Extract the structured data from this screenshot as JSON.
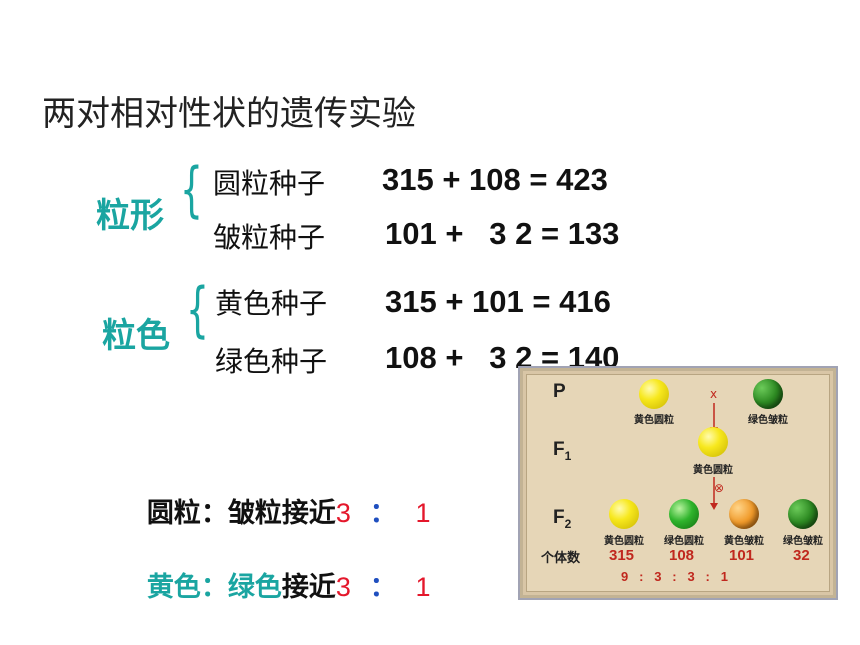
{
  "title": "两对相对性状的遗传实验",
  "shape_group": {
    "label": "粒形",
    "rows": [
      {
        "label": "圆粒种子",
        "equation": "315 + 108 = 423"
      },
      {
        "label": "皱粒种子",
        "equation": "101 +   3 2 = 133"
      }
    ]
  },
  "color_group": {
    "label": "粒色",
    "rows": [
      {
        "label": "黄色种子",
        "equation": "315 + 101 = 416"
      },
      {
        "label": "绿色种子",
        "equation": "108 +   3 2 = 140"
      }
    ]
  },
  "ratios": [
    {
      "part1": "圆粒",
      "colon1": "：",
      "part2": "皱粒",
      "approx": "接近",
      "a": "3",
      "colon2": "：",
      "b": "1"
    },
    {
      "part1": "黄色",
      "colon1": "：",
      "part2": "绿色",
      "approx": "接近",
      "a": "3",
      "colon2": "：",
      "b": "1"
    }
  ],
  "diagram": {
    "p_label": "P",
    "f1_label": "F",
    "f1_sub": "1",
    "f2_label": "F",
    "f2_sub": "2",
    "cross_symbol": "x",
    "self_symbol": "⊗",
    "p_parents": [
      "黄色圆粒",
      "绿色皱粒"
    ],
    "f1_offspring": "黄色圆粒",
    "f2_offspring": [
      "黄色圆粒",
      "绿色圆粒",
      "黄色皱粒",
      "绿色皱粒"
    ],
    "count_label": "个体数",
    "counts": [
      "315",
      "108",
      "101",
      "32"
    ],
    "ratio": "9   :   3   :   3   :   1",
    "colors": {
      "yellow": "#f7e81d",
      "green": "#2fb42c",
      "counts": "#c0281e",
      "panel": "#e6d6b7"
    }
  }
}
